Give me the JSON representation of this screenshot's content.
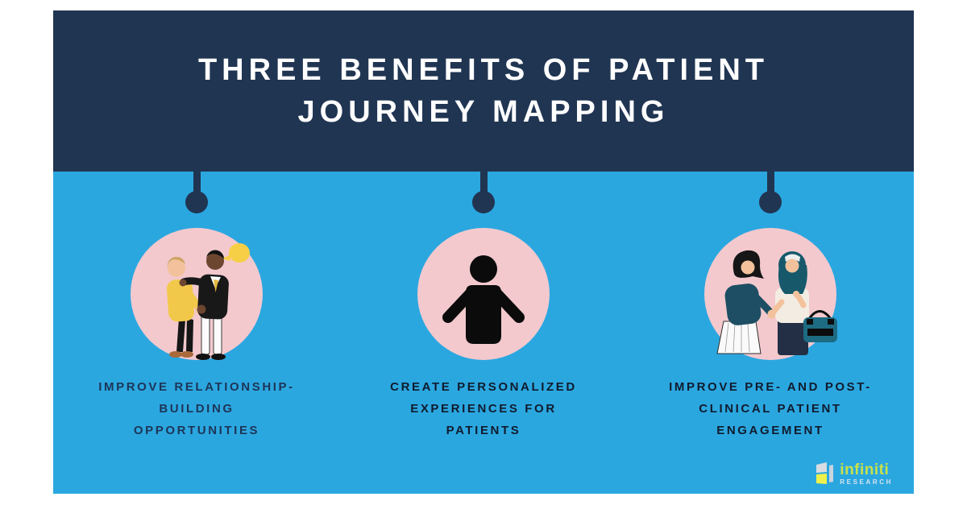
{
  "header": {
    "title_line1": "THREE BENEFITS OF PATIENT",
    "title_line2": "JOURNEY MAPPING"
  },
  "benefits": [
    {
      "illustration": "two-men-handshake-illustration",
      "lines": [
        "IMPROVE RELATIONSHIP-",
        "BUILDING",
        "OPPORTUNITIES"
      ]
    },
    {
      "illustration": "patient-person-pictogram",
      "lines": [
        "CREATE PERSONALIZED",
        "EXPERIENCES FOR",
        "PATIENTS"
      ]
    },
    {
      "illustration": "two-women-handshake-illustration",
      "lines": [
        "IMPROVE PRE- AND POST-",
        "CLINICAL PATIENT",
        "ENGAGEMENT"
      ]
    }
  ],
  "logo": {
    "brand": "infiniti",
    "subtitle": "RESEARCH"
  },
  "colors": {
    "header_bg": "#203552",
    "body_bg": "#2ba7e0",
    "circle_pink": "#f3c9ce",
    "connector": "#203552",
    "title_text": "#ffffff",
    "label_first": "#1d3557",
    "label_rest": "#101b2d",
    "logo_brand": "#c8e14b",
    "logo_subtitle": "#d9e4ec",
    "accent_yellow": "#f2c84b"
  }
}
